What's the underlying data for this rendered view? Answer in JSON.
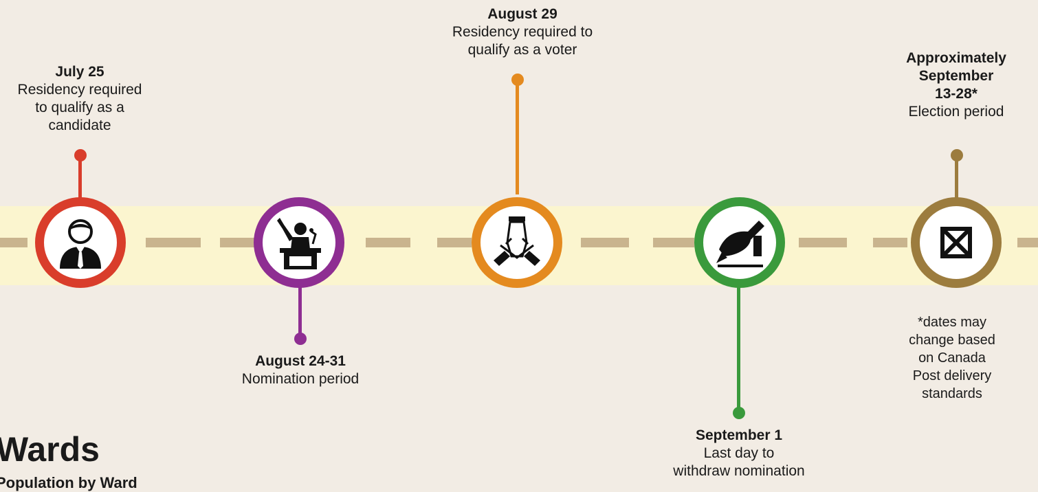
{
  "events": [
    {
      "date": "July 25",
      "desc_lines": [
        "Residency required",
        "to qualify as a",
        "candidate"
      ],
      "icon": "candidate-person-icon",
      "color": "#d93d2b"
    },
    {
      "date": "August 24-31",
      "desc_lines": [
        "Nomination period"
      ],
      "icon": "podium-speaker-icon",
      "color": "#8e2e92"
    },
    {
      "date": "August 29",
      "desc_lines": [
        "Residency required to",
        "qualify as a voter"
      ],
      "icon": "joined-hands-icon",
      "color": "#e48a1f"
    },
    {
      "date": "September 1",
      "desc_lines": [
        "Last day to",
        "withdraw nomination"
      ],
      "icon": "signing-pen-icon",
      "color": "#3a9a3c"
    },
    {
      "date": "Approximately September 13-28*",
      "date_lines": [
        "Approximately",
        "September",
        "13-28*"
      ],
      "desc_lines": [
        "Election period"
      ],
      "icon": "ballot-box-x-icon",
      "color": "#9c7c3e"
    }
  ],
  "footnote_lines": [
    "*dates may",
    "change based",
    "on Canada",
    "Post delivery",
    "standards"
  ],
  "section": {
    "title": "Wards",
    "subtitle": "Population by Ward"
  },
  "colors": {
    "background": "#f2ece4",
    "band": "#fbf5cf",
    "dash": "#c9b48e"
  }
}
